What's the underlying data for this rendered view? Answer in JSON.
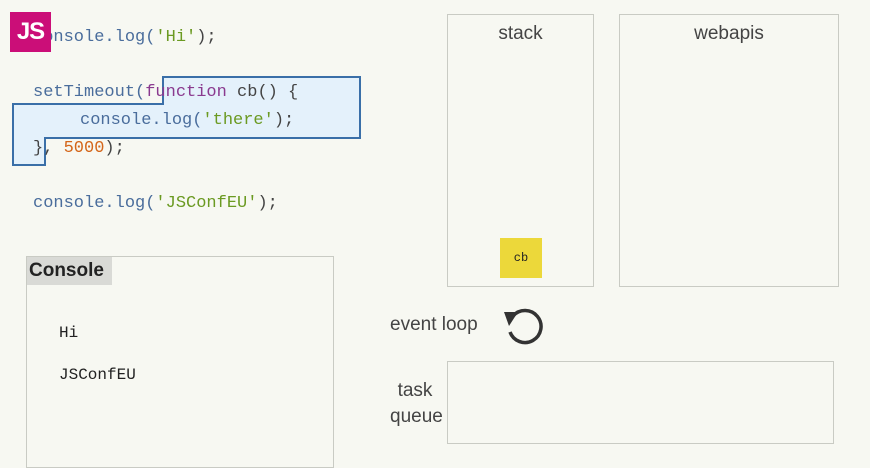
{
  "logo": "JS",
  "code": {
    "line1": {
      "fn": "console.log(",
      "str": "'Hi'",
      "end": ");"
    },
    "line2": {
      "fn": "setTimeout(",
      "kw": "function",
      "rest": " cb() {"
    },
    "line3": {
      "fn": "console.log(",
      "str": "'there'",
      "end": ");"
    },
    "line4": {
      "start": "}, ",
      "num": "5000",
      "end": ");"
    },
    "line5": {
      "fn": "console.log(",
      "str": "'JSConfEU'",
      "end": ");"
    }
  },
  "console": {
    "title": "Console",
    "lines": [
      "Hi",
      "JSConfEU"
    ]
  },
  "stack": {
    "title": "stack",
    "item": "cb"
  },
  "webapis": {
    "title": "webapis"
  },
  "event_loop": {
    "label": "event loop"
  },
  "task_queue": {
    "label_line1": "task",
    "label_line2": "queue"
  },
  "colors": {
    "accent": "#cb0e78",
    "highlight_border": "#3a6fa8",
    "cb_box": "#ecd83a"
  }
}
